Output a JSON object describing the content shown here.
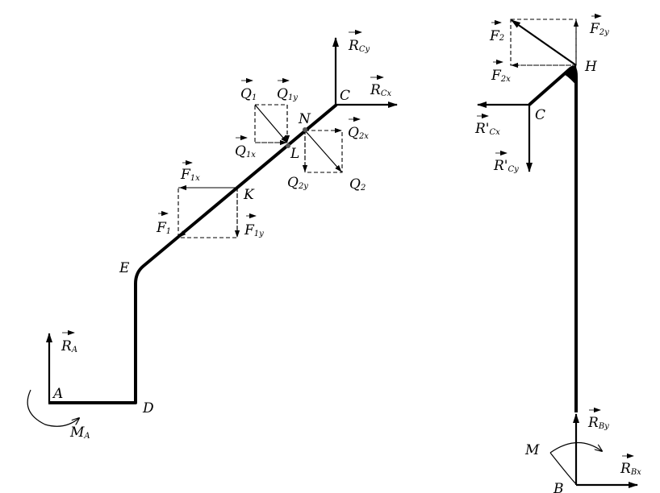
{
  "labels": {
    "A": "A",
    "D": "D",
    "E": "E",
    "K": "K",
    "L": "L",
    "N": "N",
    "C": "C",
    "H": "H",
    "C2": "C",
    "B": "B",
    "M": "M"
  },
  "vectors": {
    "RA": {
      "main": "R",
      "sub": "A"
    },
    "MA": {
      "main": "M",
      "sub": "A"
    },
    "RCy": {
      "main": "R",
      "sub": "Cy"
    },
    "RCx": {
      "main": "R",
      "sub": "Cx"
    },
    "Q1": {
      "main": "Q",
      "sub": "1"
    },
    "Q1y": {
      "main": "Q",
      "sub": "1y"
    },
    "Q1x": {
      "main": "Q",
      "sub": "1x"
    },
    "Q2x": {
      "main": "Q",
      "sub": "2x"
    },
    "Q2y": {
      "main": "Q",
      "sub": "2y"
    },
    "Q2": {
      "main": "Q",
      "sub": "2"
    },
    "F1x": {
      "main": "F",
      "sub": "1x"
    },
    "F1": {
      "main": "F",
      "sub": "1"
    },
    "F1y": {
      "main": "F",
      "sub": "1y"
    },
    "F2": {
      "main": "F",
      "sub": "2"
    },
    "F2y": {
      "main": "F",
      "sub": "2y"
    },
    "F2x": {
      "main": "F",
      "sub": "2x"
    },
    "RpCx": {
      "main": "R'",
      "sub": "Cx"
    },
    "RpCy": {
      "main": "R'",
      "sub": "Cy"
    },
    "RBy": {
      "main": "R",
      "sub": "By"
    },
    "RBx": {
      "main": "R",
      "sub": "Bx"
    }
  }
}
